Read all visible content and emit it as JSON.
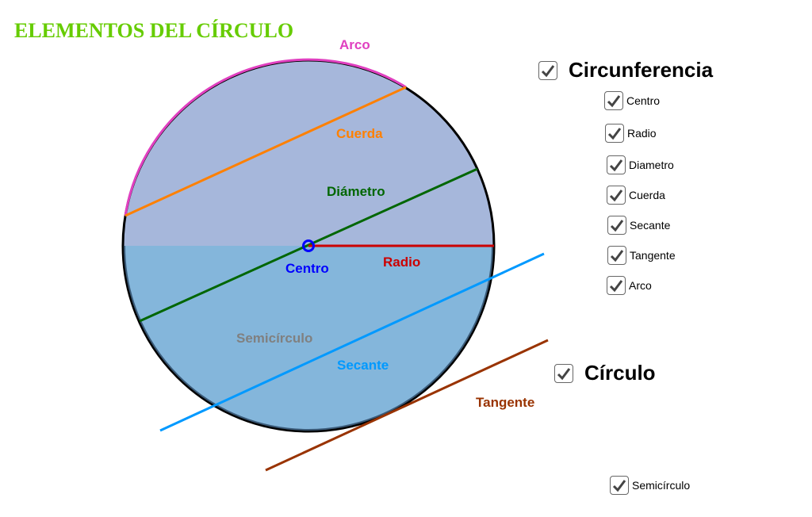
{
  "title": "ELEMENTOS DEL CÍRCULO",
  "labels": {
    "arco": "Arco",
    "cuerda": "Cuerda",
    "diametro": "Diámetro",
    "centro": "Centro",
    "radio": "Radio",
    "semicirculo": "Semicírculo",
    "secante": "Secante",
    "tangente": "Tangente"
  },
  "colors": {
    "title": "#66cc00",
    "arco": "#e040c0",
    "cuerda": "#ff8000",
    "diametro": "#006600",
    "centro": "#0000ff",
    "radio": "#cc0000",
    "semicirculo": "#808080",
    "secante": "#0099ff",
    "tangente": "#993300",
    "upper_fill": "#a6b7db",
    "lower_fill": "#84b6db"
  },
  "checkboxes": {
    "circunferencia": {
      "label": "Circunferencia",
      "checked": true
    },
    "centro": {
      "label": "Centro",
      "checked": true
    },
    "radio": {
      "label": "Radio",
      "checked": true
    },
    "diametro": {
      "label": "Diametro",
      "checked": true
    },
    "cuerda": {
      "label": "Cuerda",
      "checked": true
    },
    "secante": {
      "label": "Secante",
      "checked": true
    },
    "tangente": {
      "label": "Tangente",
      "checked": true
    },
    "arco": {
      "label": "Arco",
      "checked": true
    },
    "circulo": {
      "label": "Círculo",
      "checked": true
    },
    "semicirculo": {
      "label": "Semicírculo",
      "checked": true
    }
  }
}
